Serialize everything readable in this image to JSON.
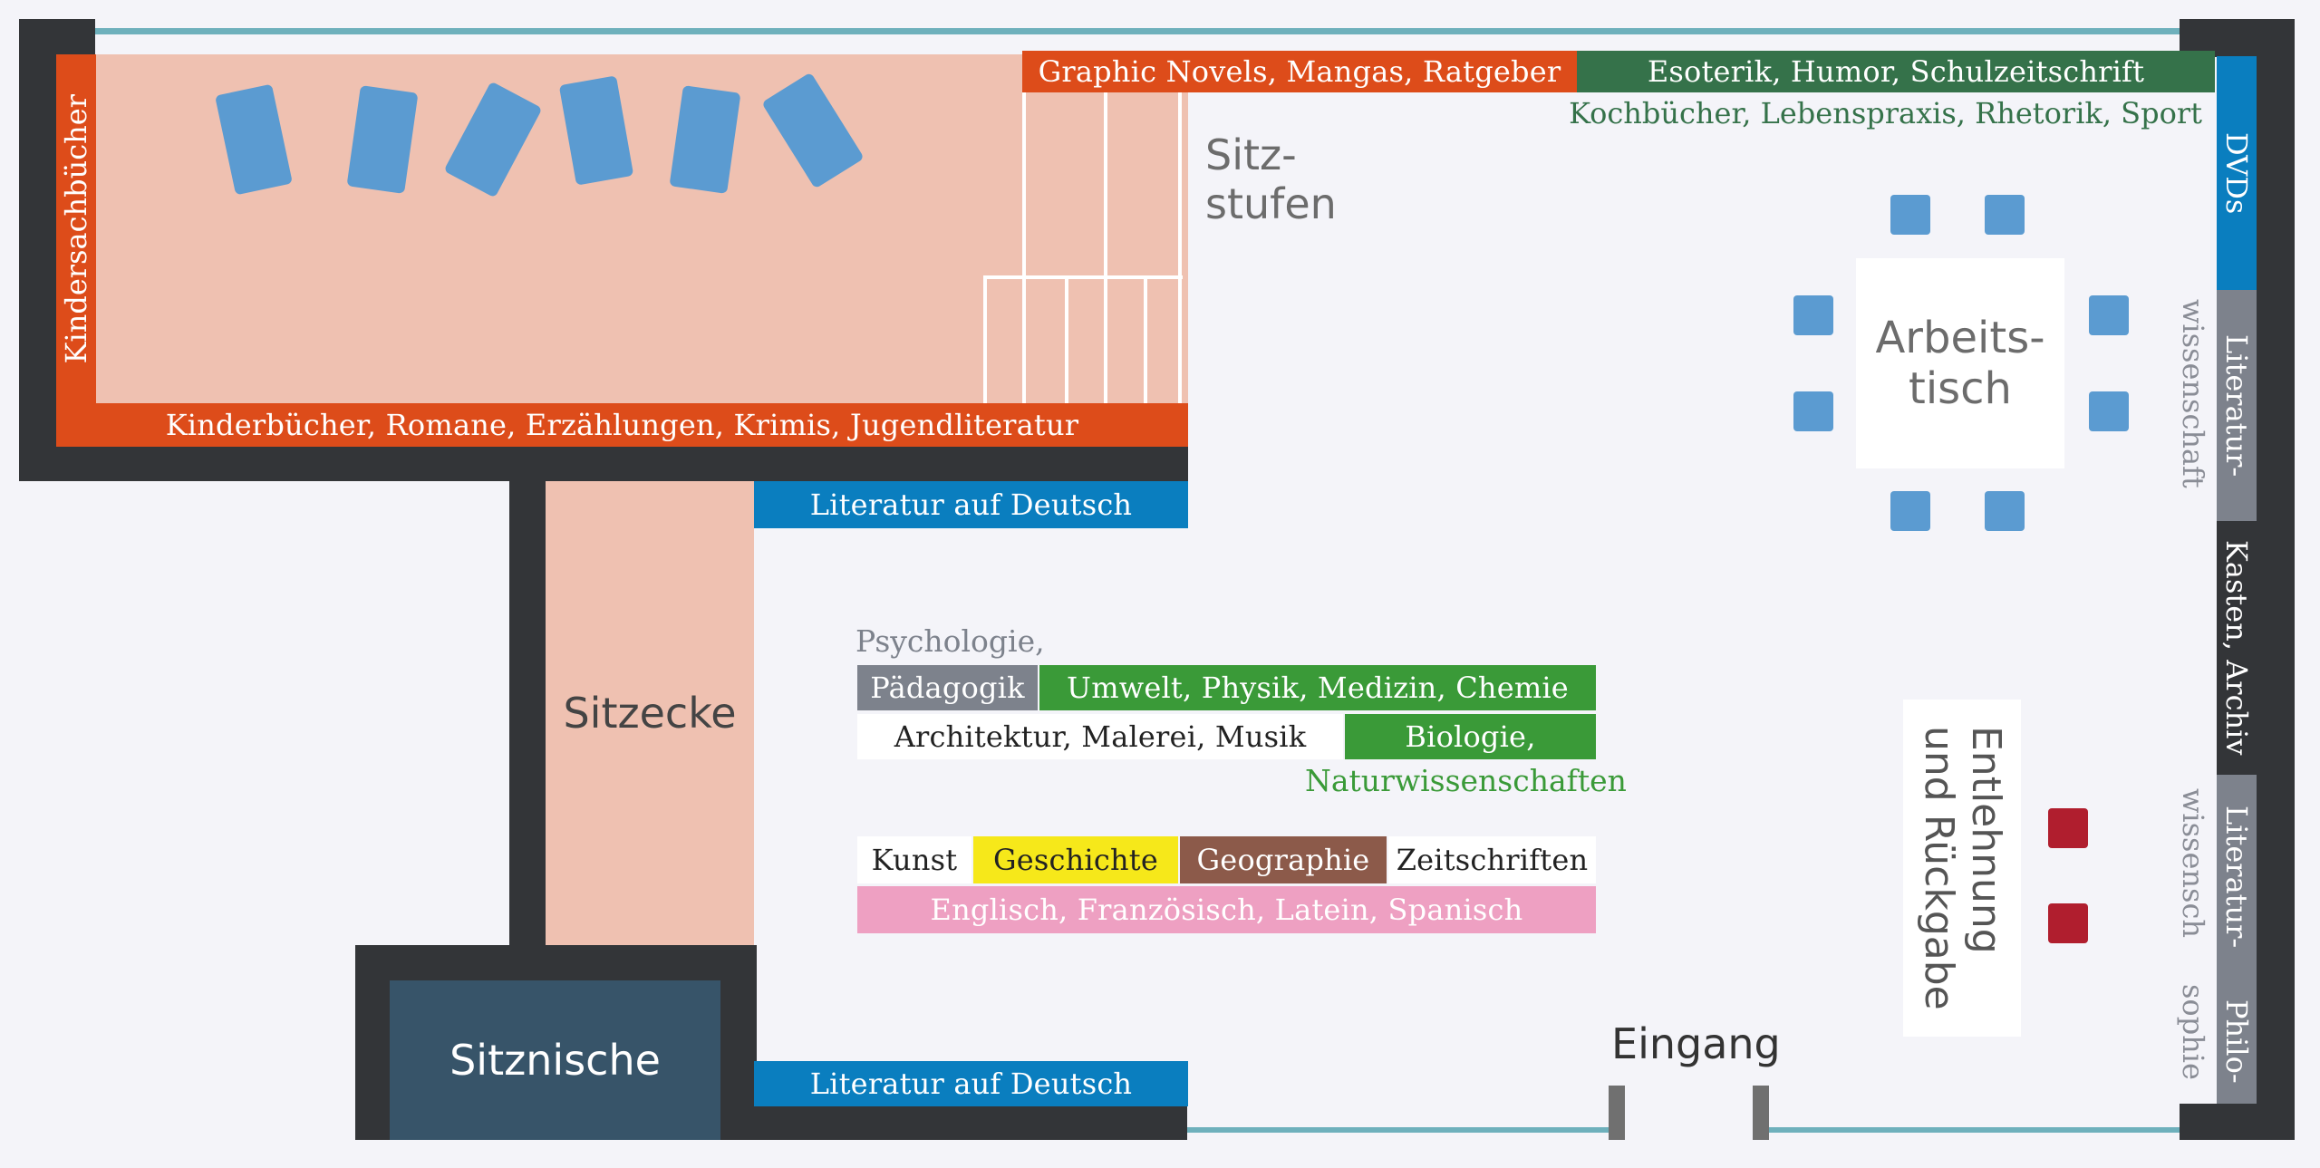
{
  "labels": {
    "graphic_novels": "Graphic Novels, Mangas, Ratgeber",
    "esoterik": "Esoterik, Humor, Schulzeitschrift",
    "kochbuecher": "Kochbücher, Lebenspraxis, Rhetorik, Sport",
    "kindersachbuecher": "Kindersachbücher",
    "kinderbuecher": "Kinderbücher, Romane, Erzählungen, Krimis, Jugendliteratur",
    "sitzstufen_1": "Sitz-",
    "sitzstufen_2": "stufen",
    "dvds": "DVDs",
    "literaturwissenschaft_1": "Literatur-",
    "literaturwissenschaft_2": "wissenschaft",
    "arbeitstisch_1": "Arbeits-",
    "arbeitstisch_2": "tisch",
    "kasten_archiv": "Kasten, Archiv",
    "lit_deutsch_top": "Literatur auf Deutsch",
    "lit_deutsch_bottom": "Literatur auf Deutsch",
    "sitzecke": "Sitzecke",
    "sitznische": "Sitznische",
    "psychologie": "Psychologie,",
    "paedagogik": "Pädagogik",
    "umwelt": "Umwelt, Physik, Medizin, Chemie",
    "architektur": "Architektur, Malerei, Musik",
    "biologie": "Biologie,",
    "naturwissenschaften": "Naturwissenschaften",
    "kunst": "Kunst",
    "geschichte": "Geschichte",
    "geographie": "Geographie",
    "zeitschriften": "Zeitschriften",
    "sprachen": "Englisch, Französisch, Latein, Spanisch",
    "entlehnung_1": "Entlehnung",
    "entlehnung_2": "und Rückgabe",
    "literatur_lower_1": "Literatur-",
    "literatur_lower_2": "wissensch",
    "philo_1": "Philo-",
    "philo_2": "sophie",
    "eingang": "Eingang"
  },
  "colors": {
    "orange": "#dd4c1a",
    "dark_green": "#35724a",
    "green": "#3a9a38",
    "blue": "#0a7ebf",
    "gray": "#7d828c",
    "pink_floor": "#efc1b1",
    "navy": "#375469",
    "yellow": "#f6e81a",
    "brown": "#8c5a4a",
    "pink": "#eea0c2",
    "wall": "#333538",
    "window": "#6eb0bc"
  }
}
